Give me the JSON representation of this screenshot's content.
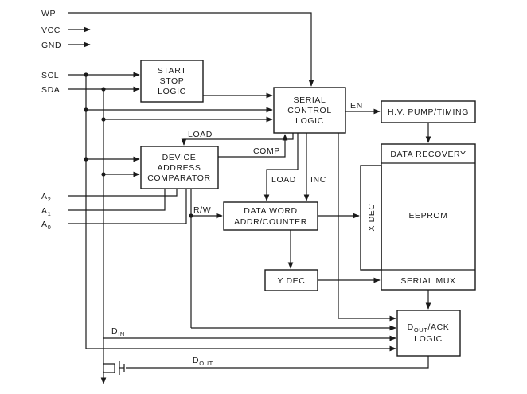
{
  "pins": {
    "wp": "WP",
    "vcc": "VCC",
    "gnd": "GND",
    "scl": "SCL",
    "sda": "SDA",
    "a2": "A",
    "a2_sub": "2",
    "a1": "A",
    "a1_sub": "1",
    "a0": "A",
    "a0_sub": "0"
  },
  "blocks": {
    "start_stop": [
      "START",
      "STOP",
      "LOGIC"
    ],
    "serial_control": [
      "SERIAL",
      "CONTROL",
      "LOGIC"
    ],
    "hv_pump": "H.V. PUMP/TIMING",
    "device_addr": [
      "DEVICE",
      "ADDRESS",
      "COMPARATOR"
    ],
    "data_recovery": "DATA RECOVERY",
    "x_dec": "X DEC",
    "eeprom": "EEPROM",
    "data_word": [
      "DATA WORD",
      "ADDR/COUNTER"
    ],
    "y_dec": "Y DEC",
    "serial_mux": "SERIAL MUX",
    "dout_ack": {
      "d": "D",
      "sub": "OUT",
      "rest": "/ACK",
      "line2": "LOGIC"
    }
  },
  "signals": {
    "en": "EN",
    "load_top": "LOAD",
    "comp": "COMP",
    "load_mid": "LOAD",
    "inc": "INC",
    "rw": "R/W",
    "din": "D",
    "din_sub": "IN",
    "dout": "D",
    "dout_sub": "OUT"
  }
}
